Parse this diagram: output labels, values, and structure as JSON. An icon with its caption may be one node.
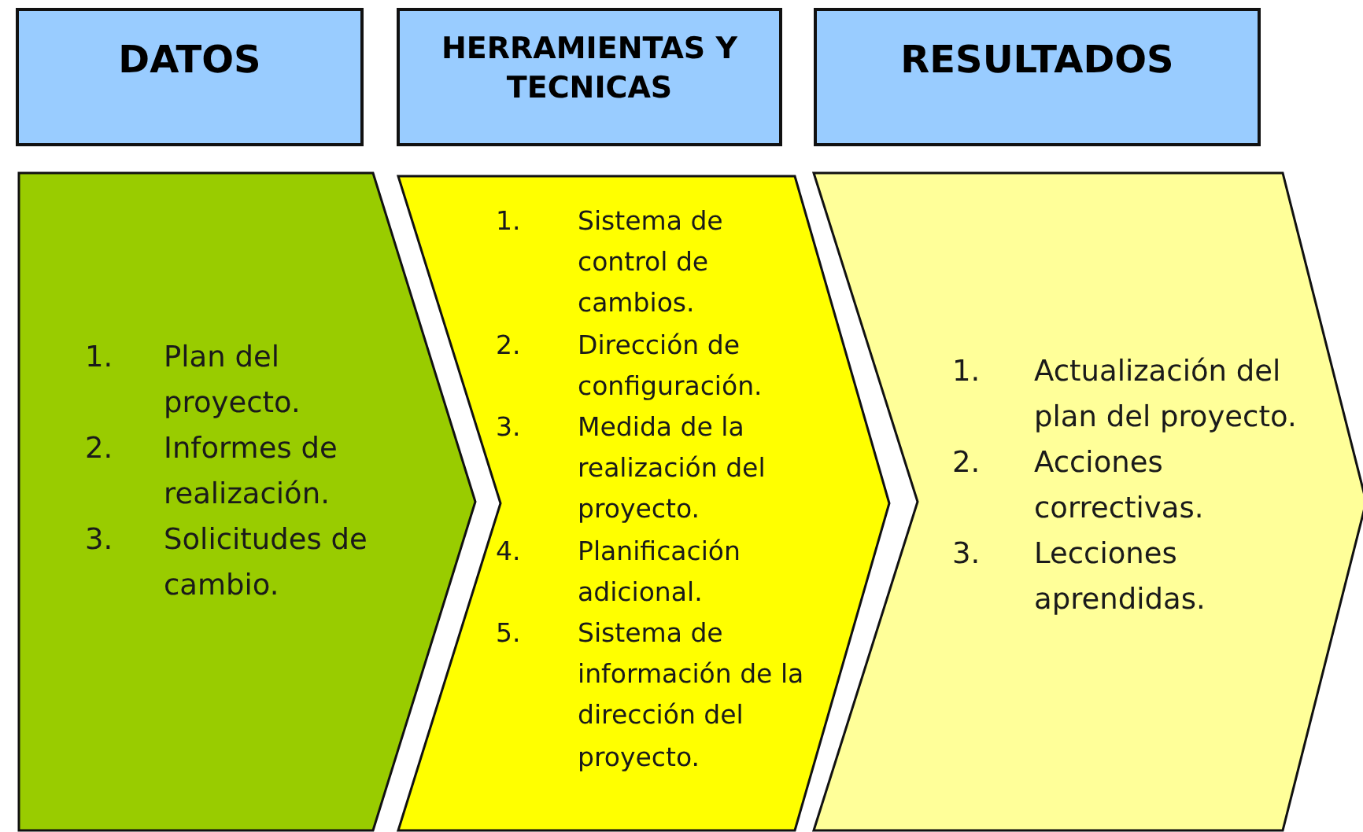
{
  "diagram": {
    "nodes": [
      {
        "text": [
          "DATOS"
        ]
      },
      {
        "text": [
          "HERRAMIENTAS Y TECNICAS"
        ]
      },
      {
        "text": [
          "RESULTADOS"
        ]
      },
      {
        "text": [
          "1.",
          "Plan del proyecto.",
          "2.",
          "Informes de realización.",
          "3.",
          "Solicitudes de cambio."
        ]
      },
      {
        "text": [
          "1.",
          "Sistema de control de cambios.",
          "2.",
          "Dirección de configuración.",
          "3.",
          "Medida de la realización del proyecto.",
          "4.",
          "Planificación adicional.",
          "5.",
          "Sistema de información de la dirección del proyecto."
        ]
      },
      {
        "text": [
          "1.",
          "Actualización del plan del proyecto.",
          "2.",
          "Acciones correctivas.",
          "3.",
          "Lecciones aprendidas."
        ]
      }
    ]
  }
}
